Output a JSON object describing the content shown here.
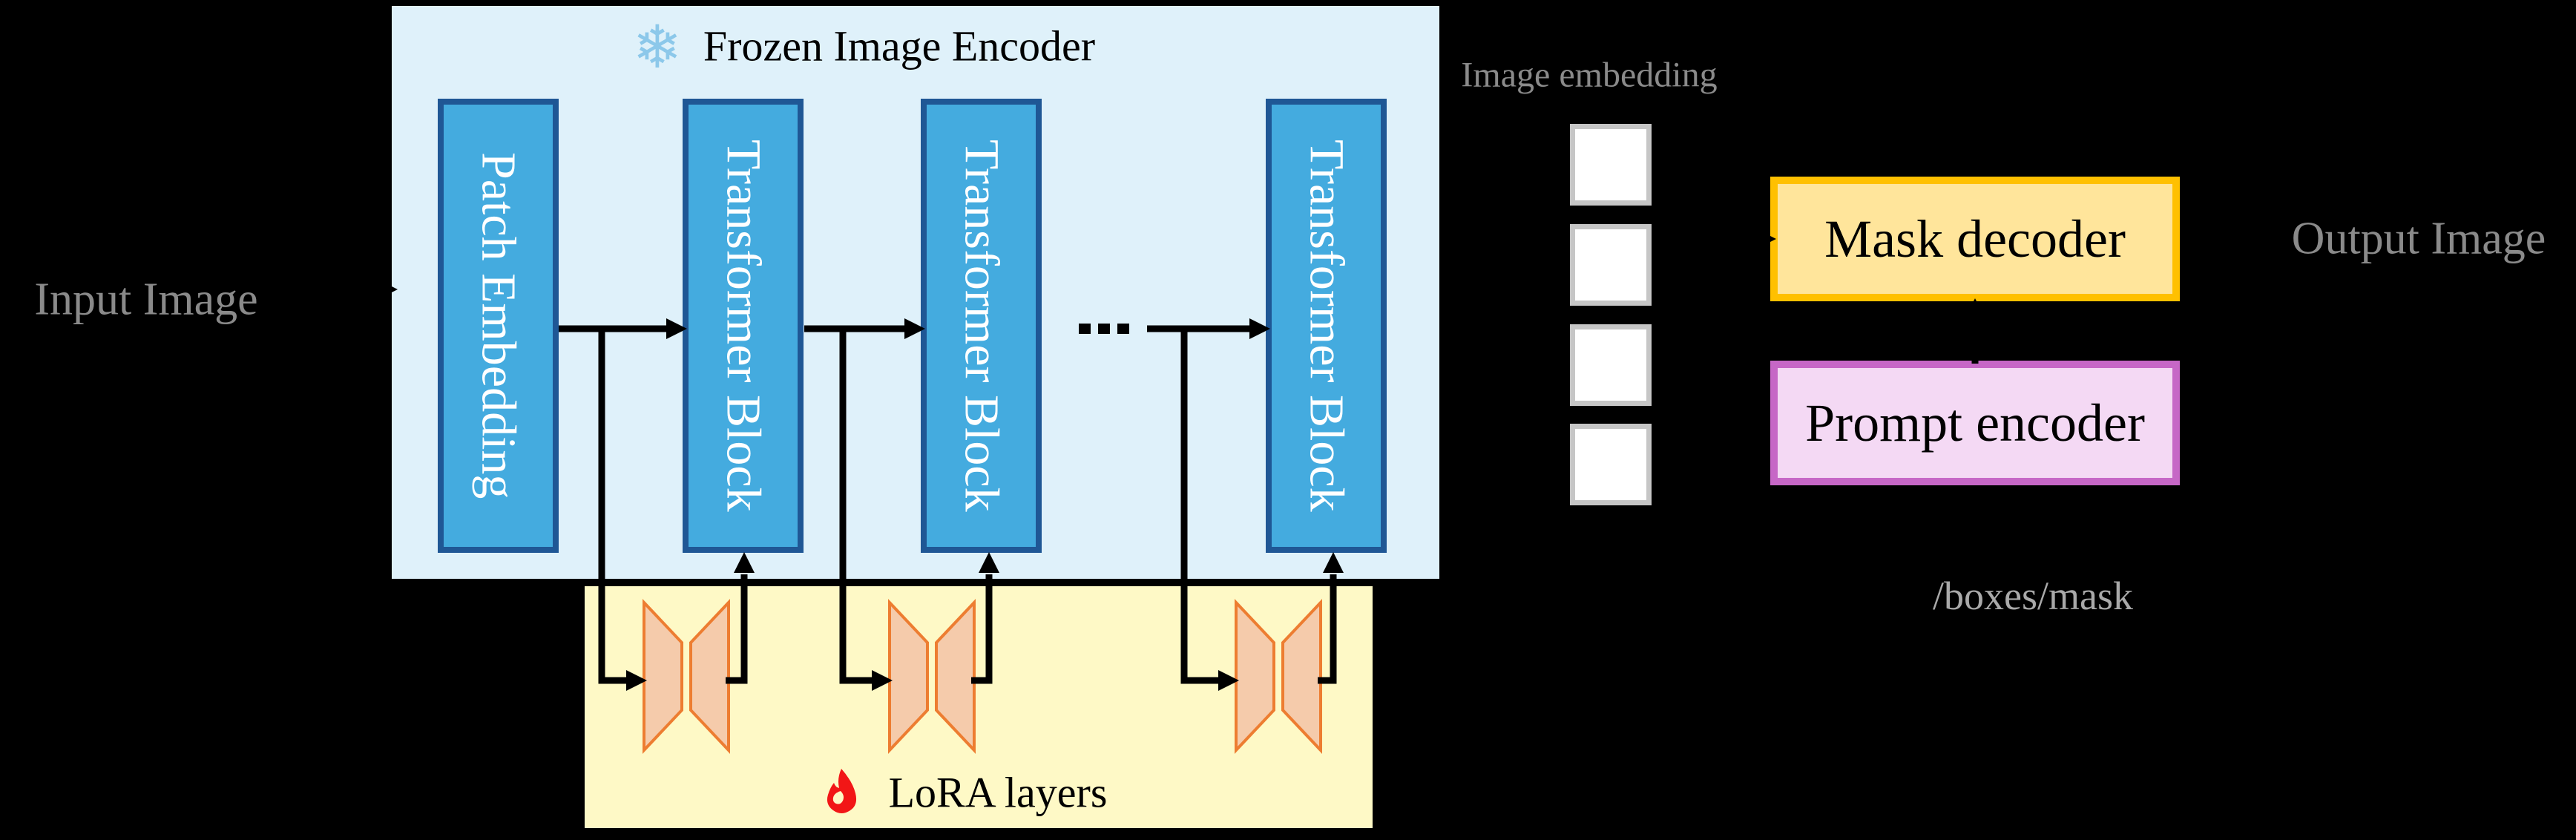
{
  "figure": {
    "input_label": "Input Image",
    "output_label": "Output Image",
    "encoder": {
      "title": "Frozen Image Encoder",
      "icon": "snowflake-icon",
      "snowflake_char": "❄",
      "blocks": [
        {
          "label": "Patch Embedding"
        },
        {
          "label": "Transformer Block"
        },
        {
          "label": "Transformer Block"
        },
        {
          "label": "Transformer Block"
        }
      ],
      "ellipsis": "..."
    },
    "lora": {
      "label": "LoRA layers",
      "icon": "flame-icon",
      "adapter_count": 3
    },
    "embedding": {
      "label": "Image embedding",
      "square_count": 4
    },
    "decoder": {
      "mask_label": "Mask decoder",
      "prompt_label": "Prompt encoder",
      "prompt_input_label": "/boxes/mask"
    },
    "colors": {
      "background": "#000000",
      "encoder_fill": "#DFF1FA",
      "block_fill": "#44ABDF",
      "block_border": "#1F5795",
      "block_text": "#FFFFFF",
      "lora_fill": "#FEF9C6",
      "adapter_fill": "#F5CBAB",
      "adapter_border": "#ED7D31",
      "mask_fill": "#FFE59B",
      "mask_border": "#FFC000",
      "prompt_fill": "#F4D9F4",
      "prompt_border": "#C667C6",
      "square_fill": "#FFFFFF",
      "square_border": "#C6C6C6",
      "gray_text": "#8A8A8A",
      "light_gray_text": "#A9A9A9",
      "snowflake": "#8CC8EA",
      "flame": "#F21616",
      "arrow": "#000000"
    }
  }
}
